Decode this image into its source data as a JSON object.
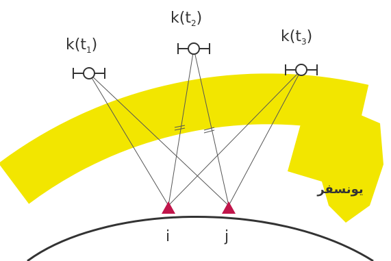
{
  "colors": {
    "ionosphere": "#f2e600",
    "earth_outline": "#333333",
    "station_marker": "#c0154a",
    "signal_line": "#555555"
  },
  "satellites": [
    {
      "base": "k(t",
      "sub": "1",
      "close": ")",
      "icon": "satellite-icon"
    },
    {
      "base": "k(t",
      "sub": "2",
      "close": ")",
      "icon": "satellite-icon"
    },
    {
      "base": "k(t",
      "sub": "3",
      "close": ")",
      "icon": "satellite-icon"
    }
  ],
  "stations": [
    {
      "label": "i",
      "icon": "receiver-triangle-icon"
    },
    {
      "label": "j",
      "icon": "receiver-triangle-icon"
    }
  ],
  "ionosphere_label": "یونسفر"
}
